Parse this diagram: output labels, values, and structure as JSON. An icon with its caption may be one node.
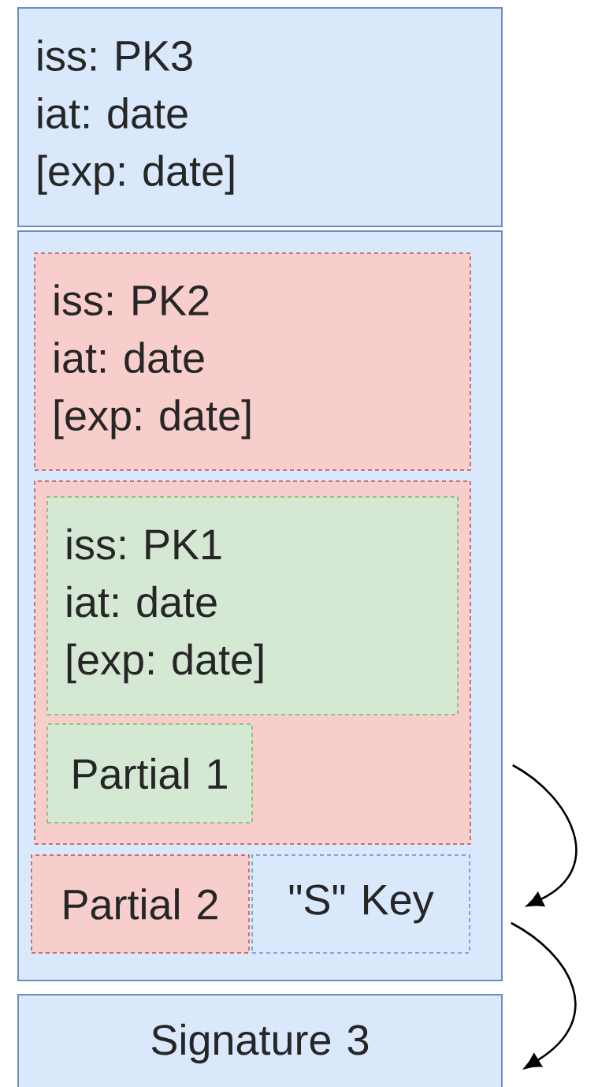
{
  "diagram": {
    "nodes": [
      {
        "text": [
          "iss: PK3",
          "iat: date",
          "[exp: date]"
        ]
      },
      {
        "text": [],
        "shape": "box"
      },
      {
        "text": [
          "iss: PK2",
          "iat: date",
          "[exp: date]"
        ],
        "in": 1
      },
      {
        "text": [],
        "shape": "box",
        "in": 1
      },
      {
        "text": [
          "iss: PK1",
          "iat: date",
          "[exp: date]"
        ],
        "in": 3
      },
      {
        "text": [
          "Partial 1"
        ],
        "in": 3
      },
      {
        "text": [
          "Partial 2"
        ],
        "in": 1
      },
      {
        "text": [
          "\"S\" Key"
        ],
        "in": 1
      },
      {
        "text": [
          "Signature 3"
        ]
      }
    ],
    "edges": [
      {
        "from": 3,
        "to": 7,
        "arrow": "to"
      },
      {
        "from": 7,
        "to": 8,
        "arrow": "to"
      }
    ]
  }
}
